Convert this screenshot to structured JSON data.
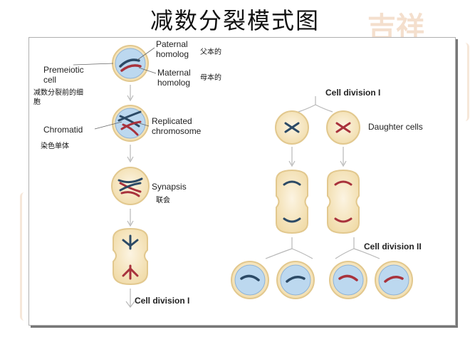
{
  "title": "减数分裂模式图",
  "watermark_text": "吉祥",
  "labels": {
    "paternal_homolog": "Paternal\nhomolog",
    "paternal_cn": "父本的",
    "maternal_homolog": "Maternal\nhomolog",
    "maternal_cn": "母本的",
    "premeiotic_cell": "Premeiotic\ncell",
    "premeiotic_cn": "减数分裂前的细\n胞",
    "chromatid": "Chromatid",
    "chromatid_cn": "染色单体",
    "replicated_chromosome": "Replicated\nchromosome",
    "synapsis": "Synapsis",
    "synapsis_cn": "联会",
    "cell_division_1_left": "Cell division I",
    "cell_division_1_right": "Cell division I",
    "daughter_cells": "Daughter cells",
    "cell_division_2": "Cell division II"
  },
  "colors": {
    "nucleus": "#bcd8ef",
    "cell_fill": "#f8e9c8",
    "cell_outline": "#e2c88e",
    "paternal": "#2c4a66",
    "maternal": "#a8323c",
    "arrow": "#b8b8b8"
  }
}
